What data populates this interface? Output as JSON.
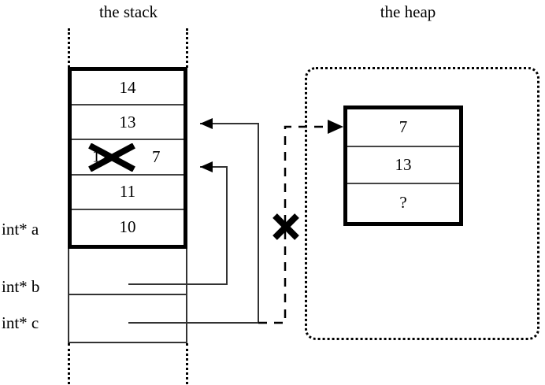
{
  "titles": {
    "stack": "the stack",
    "heap": "the heap"
  },
  "colors": {
    "stroke": "#000000",
    "thin_stroke": "#333333",
    "background": "#ffffff"
  },
  "stack": {
    "active_frame_cells": [
      {
        "value": "14",
        "struck": false,
        "annotation": ""
      },
      {
        "value": "13",
        "struck": false,
        "annotation": ""
      },
      {
        "value": "12",
        "struck": true,
        "annotation": "7"
      },
      {
        "value": "11",
        "struck": false,
        "annotation": ""
      },
      {
        "value": "10",
        "struck": false,
        "annotation": ""
      }
    ],
    "pointer_slots": [
      {
        "label": "int* b"
      },
      {
        "label": "int* c"
      }
    ],
    "labels": [
      {
        "name": "a",
        "text": "int* a"
      },
      {
        "name": "b",
        "text": "int* b"
      },
      {
        "name": "c",
        "text": "int* c"
      }
    ]
  },
  "heap": {
    "cells": [
      {
        "value": "7"
      },
      {
        "value": "13"
      },
      {
        "value": "?"
      }
    ]
  },
  "pointers": [
    {
      "name": "b-to-stack-row3",
      "from": "int* b",
      "to": "stack cell 3",
      "style": "solid"
    },
    {
      "name": "c-to-stack-row2",
      "from": "int* c",
      "to": "stack cell 2",
      "style": "solid"
    },
    {
      "name": "c-to-heap",
      "from": "int* c",
      "to": "heap cell 1",
      "style": "dashed",
      "invalidated": true
    }
  ],
  "annotations": [
    {
      "name": "strike-over-12",
      "symbol": "X"
    },
    {
      "name": "strike-over-dashed-pointer",
      "symbol": "X"
    }
  ]
}
